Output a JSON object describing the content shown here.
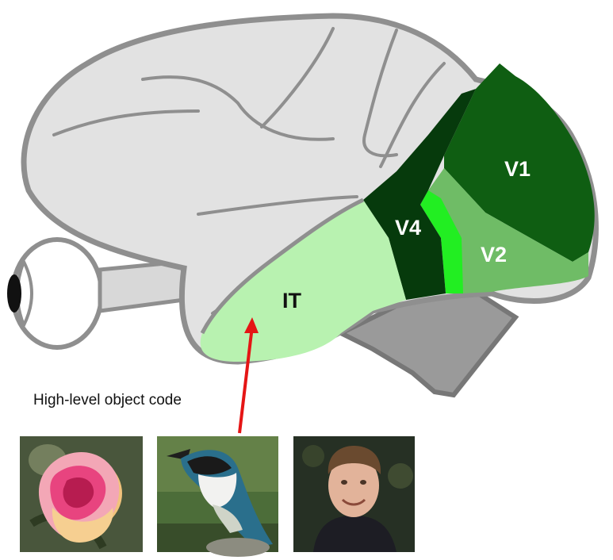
{
  "regions": {
    "v1": "V1",
    "v2": "V2",
    "v4": "V4",
    "it": "IT"
  },
  "caption": "High-level object code",
  "stimuli": [
    "rose photo",
    "kingfisher bird photo",
    "face photo"
  ],
  "colors": {
    "cortex": "#e2e2e2",
    "outline": "#8f8f8f",
    "cerebellum": "#9a9a9a",
    "v1": "#0f5e12",
    "v2": "#6fbc66",
    "v4": "#063a0c",
    "v4_edge": "#22ee22",
    "it": "#b8f2b0",
    "arrow": "#e51515"
  }
}
